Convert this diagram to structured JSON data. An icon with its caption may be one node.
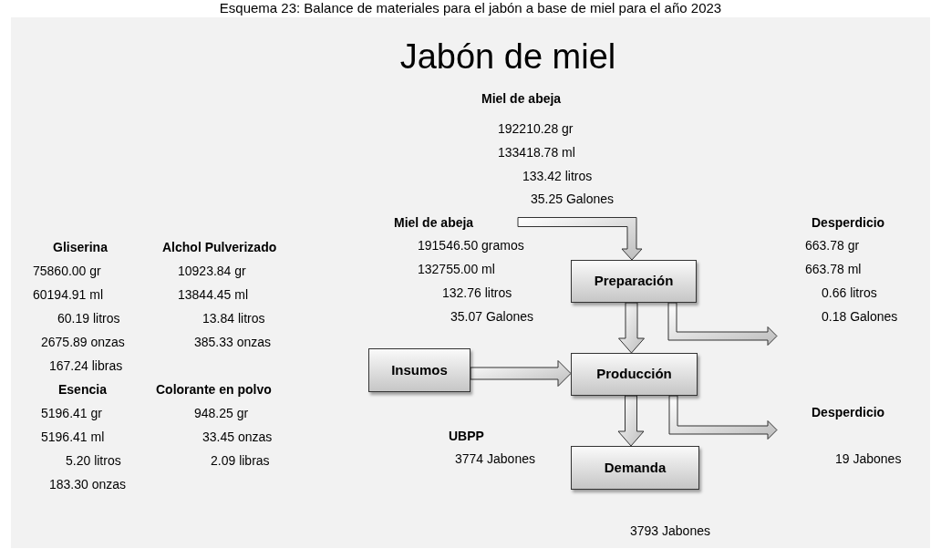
{
  "diagram": {
    "caption": "Esquema 23: Balance de materiales para el jabón a base de miel para el año 2023",
    "title": "Jabón de miel",
    "nodes": [
      {
        "text": [
          "Preparación"
        ]
      },
      {
        "text": [
          "Insumos"
        ]
      },
      {
        "text": [
          "Producción"
        ]
      },
      {
        "text": [
          "Demanda"
        ]
      }
    ],
    "edges": [
      {
        "from": null,
        "to": 0,
        "arrow": "to"
      },
      {
        "from": 0,
        "to": 2,
        "arrow": "to"
      },
      {
        "from": 1,
        "to": 2,
        "arrow": "to"
      },
      {
        "from": 2,
        "to": 3,
        "arrow": "to"
      },
      {
        "from": 0,
        "to": null,
        "arrow": "to"
      },
      {
        "from": 2,
        "to": null,
        "arrow": "to"
      }
    ],
    "labels": [
      "Miel de abeja",
      "192210.28 gr",
      "133418.78 ml",
      "133.42 litros",
      "35.25 Galones",
      "Miel de abeja",
      "Desperdicio",
      "Gliserina",
      "Alchol Pulverizado",
      "191546.50 gramos",
      "663.78 gr",
      "75860.00 gr",
      "10923.84 gr",
      "132755.00 ml",
      "663.78 ml",
      "60194.91 ml",
      "13844.45 ml",
      "132.76 litros",
      "0.66 litros",
      "60.19 litros",
      "13.84 litros",
      "35.07 Galones",
      "0.18 Galones",
      "2675.89 onzas",
      "385.33 onzas",
      "167.24 libras",
      "Esencia",
      "Colorante en polvo",
      "5196.41 gr",
      "948.25 gr",
      "Desperdicio",
      "5196.41 ml",
      "33.45 onzas",
      "UBPP",
      "5.20 litros",
      "2.09 libras",
      "3774 Jabones",
      "19 Jabones",
      "183.30 onzas",
      "3793 Jabones"
    ]
  }
}
